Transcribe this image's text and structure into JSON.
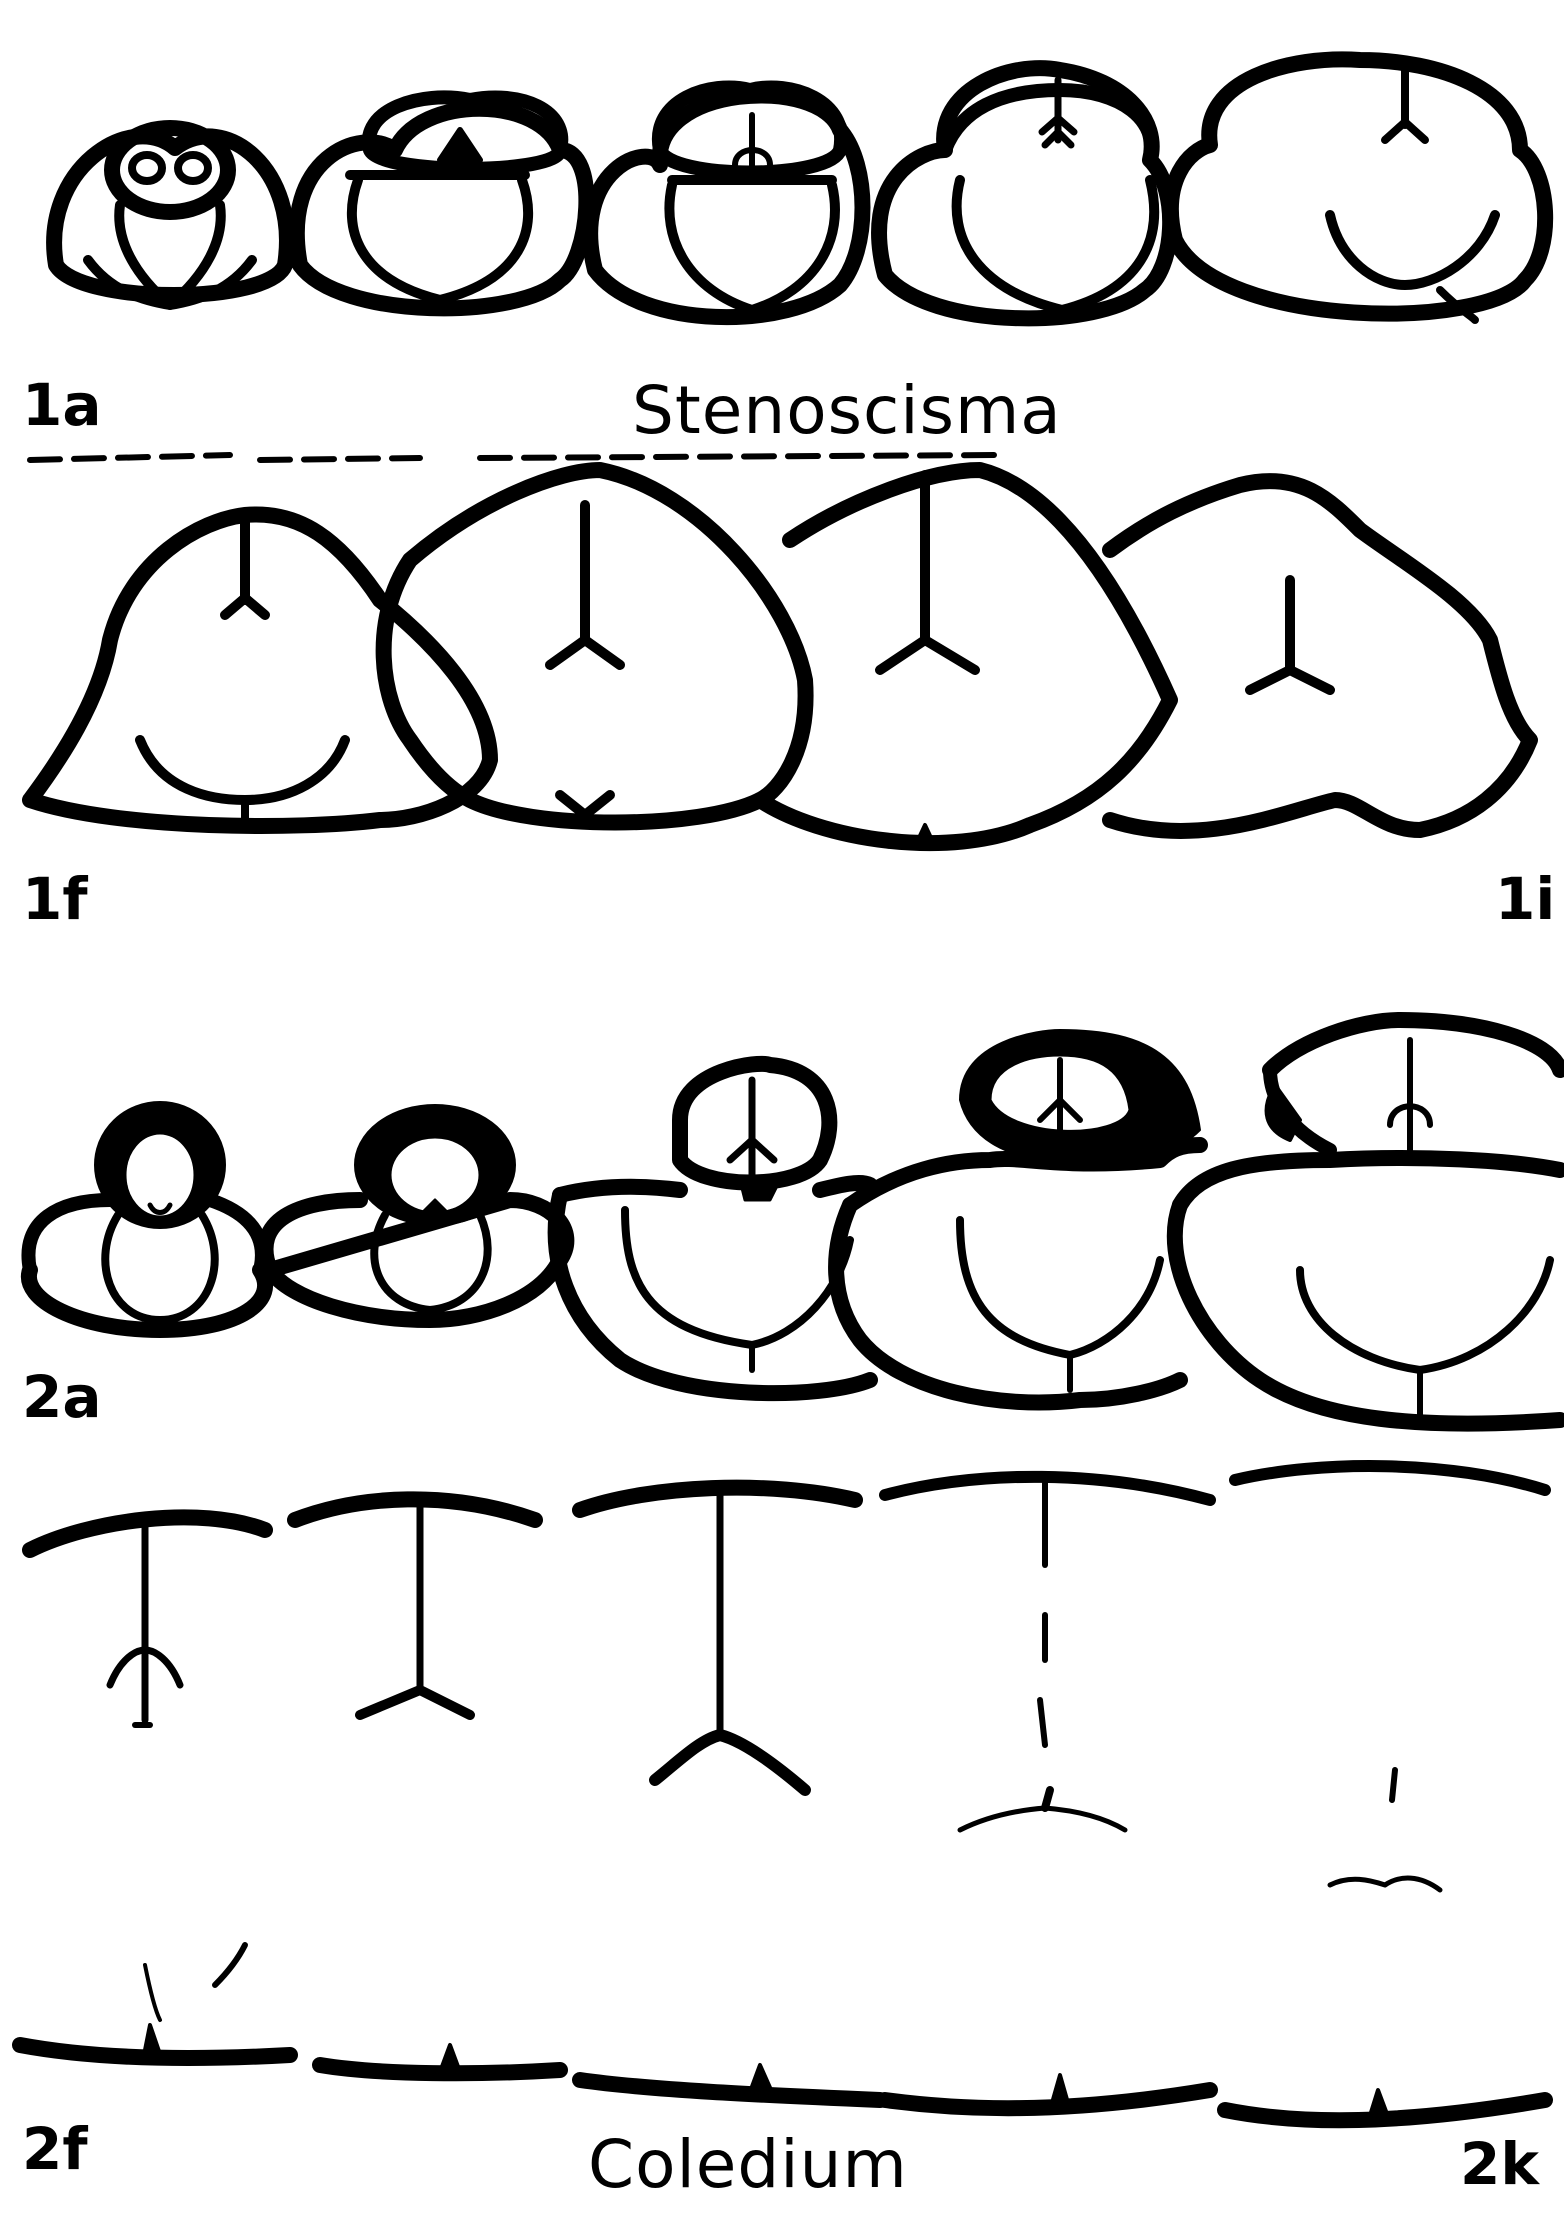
{
  "figure_labels": {
    "f1a": "1a",
    "f1f": "1f",
    "f1i": "1i",
    "f2a": "2a",
    "f2f": "2f",
    "f2k": "2k"
  },
  "genus_labels": {
    "upper": "Stenoscisma",
    "lower": "Coledium"
  },
  "colors": {
    "ink": "#000000",
    "paper": "#ffffff"
  }
}
